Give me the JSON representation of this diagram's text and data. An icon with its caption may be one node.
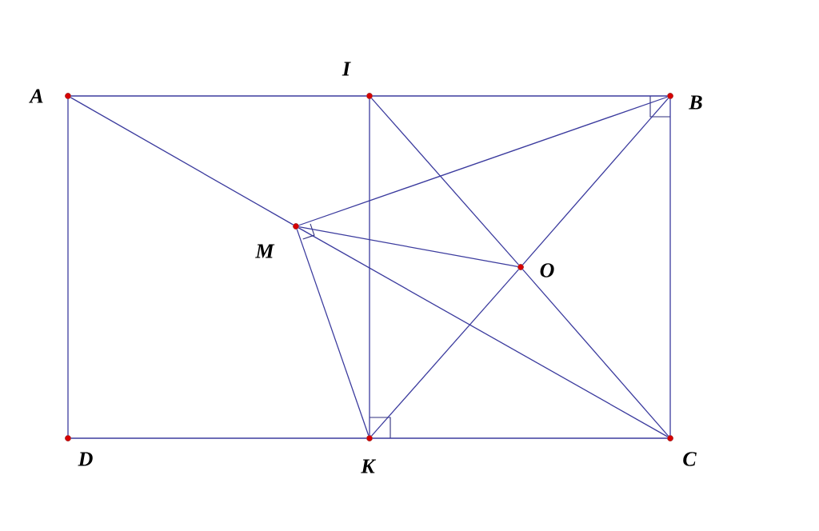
{
  "diagram": {
    "nodes": [
      {
        "text": [],
        "shape": "circle",
        "beside": [
          "A"
        ]
      },
      {
        "text": [],
        "shape": "circle",
        "beside": [
          "I"
        ]
      },
      {
        "text": [],
        "shape": "circle",
        "beside": [
          "B"
        ]
      },
      {
        "text": [],
        "shape": "circle",
        "beside": [
          "M"
        ]
      },
      {
        "text": [],
        "shape": "circle",
        "beside": [
          "O"
        ]
      },
      {
        "text": [],
        "shape": "circle",
        "beside": [
          "D"
        ]
      },
      {
        "text": [],
        "shape": "circle",
        "beside": [
          "K"
        ]
      },
      {
        "text": [],
        "shape": "circle",
        "beside": [
          "C"
        ]
      }
    ],
    "edges": [
      {
        "from": 0,
        "to": 1,
        "arrow": "none"
      },
      {
        "from": 1,
        "to": 2,
        "arrow": "none"
      },
      {
        "from": 2,
        "to": 7,
        "arrow": "none"
      },
      {
        "from": 7,
        "to": 6,
        "arrow": "none"
      },
      {
        "from": 6,
        "to": 5,
        "arrow": "none"
      },
      {
        "from": 5,
        "to": 0,
        "arrow": "none"
      },
      {
        "from": 1,
        "to": 6,
        "arrow": "none"
      },
      {
        "from": 0,
        "to": 3,
        "arrow": "none"
      },
      {
        "from": 3,
        "to": 2,
        "arrow": "none"
      },
      {
        "from": 3,
        "to": 4,
        "arrow": "none"
      },
      {
        "from": 3,
        "to": 6,
        "arrow": "none"
      },
      {
        "from": 3,
        "to": 7,
        "arrow": "none"
      },
      {
        "from": 1,
        "to": 4,
        "arrow": "none"
      },
      {
        "from": 4,
        "to": 7,
        "arrow": "none"
      },
      {
        "from": 2,
        "to": 4,
        "arrow": "none"
      },
      {
        "from": 4,
        "to": 6,
        "arrow": "none"
      }
    ]
  }
}
